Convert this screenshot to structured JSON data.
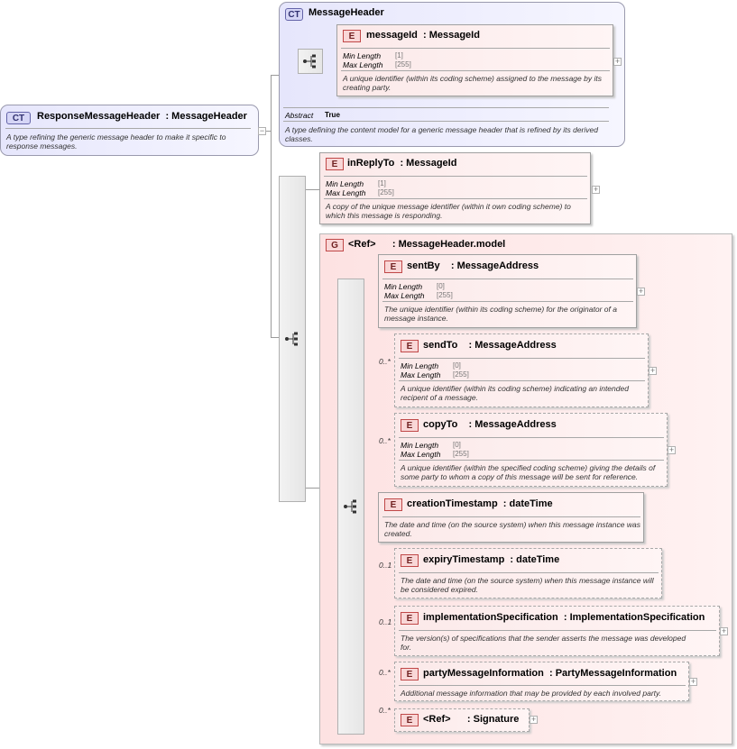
{
  "root": {
    "badge": "CT",
    "title": "ResponseMessageHeader  : MessageHeader",
    "doc": "A type refining the generic message header to make it specific to response messages."
  },
  "base": {
    "badge": "CT",
    "title": "MessageHeader",
    "abstract_label": "Abstract",
    "abstract_value": "True",
    "doc": "A type defining the content model for a generic message header that is refined by its derived classes."
  },
  "messageId": {
    "badge": "E",
    "title": "messageId  : MessageId",
    "min_label": "Min Length",
    "min_value": "[1]",
    "max_label": "Max Length",
    "max_value": "[255]",
    "doc": "A unique identifier (within its coding scheme) assigned to the message by its creating party."
  },
  "inReplyTo": {
    "badge": "E",
    "title": "inReplyTo  : MessageId",
    "min_label": "Min Length",
    "min_value": "[1]",
    "max_label": "Max Length",
    "max_value": "[255]",
    "doc": "A copy of the unique message identifier (within it own coding scheme) to which this message is responding."
  },
  "group": {
    "badge": "G",
    "title": "<Ref>      : MessageHeader.model"
  },
  "sentBy": {
    "badge": "E",
    "title": "sentBy    : MessageAddress",
    "min_label": "Min Length",
    "min_value": "[0]",
    "max_label": "Max Length",
    "max_value": "[255]",
    "doc": "The unique identifier (within its coding scheme) for the originator of a message instance."
  },
  "sendTo": {
    "badge": "E",
    "card": "0..*",
    "title": "sendTo    : MessageAddress",
    "min_label": "Min Length",
    "min_value": "[0]",
    "max_label": "Max Length",
    "max_value": "[255]",
    "doc": "A unique identifier (within its coding scheme) indicating an intended recipent of a message."
  },
  "copyTo": {
    "badge": "E",
    "card": "0..*",
    "title": "copyTo    : MessageAddress",
    "min_label": "Min Length",
    "min_value": "[0]",
    "max_label": "Max Length",
    "max_value": "[255]",
    "doc": "A unique identifier (within the specified coding scheme) giving the details of some party to whom a copy of this message will be sent for reference."
  },
  "creationTimestamp": {
    "badge": "E",
    "title": "creationTimestamp  : dateTime",
    "doc": "The date and time (on the source system) when this message instance was created."
  },
  "expiryTimestamp": {
    "badge": "E",
    "card": "0..1",
    "title": "expiryTimestamp  : dateTime",
    "doc": "The date and time (on the source system) when this message instance will be considered expired."
  },
  "implementationSpecification": {
    "badge": "E",
    "card": "0..1",
    "title": "implementationSpecification  : ImplementationSpecification",
    "doc": "The version(s) of specifications that the sender asserts the message was developed for."
  },
  "partyMessageInformation": {
    "badge": "E",
    "card": "0..*",
    "title": "partyMessageInformation  : PartyMessageInformation",
    "doc": "Additional message information that may be provided by each involved party."
  },
  "signature": {
    "badge": "E",
    "card": "0..*",
    "title": "<Ref>      : Signature"
  },
  "icons": {
    "expand": "plus-box-icon",
    "collapse": "minus-box-icon",
    "sequence": "sequence-compositor-icon"
  }
}
